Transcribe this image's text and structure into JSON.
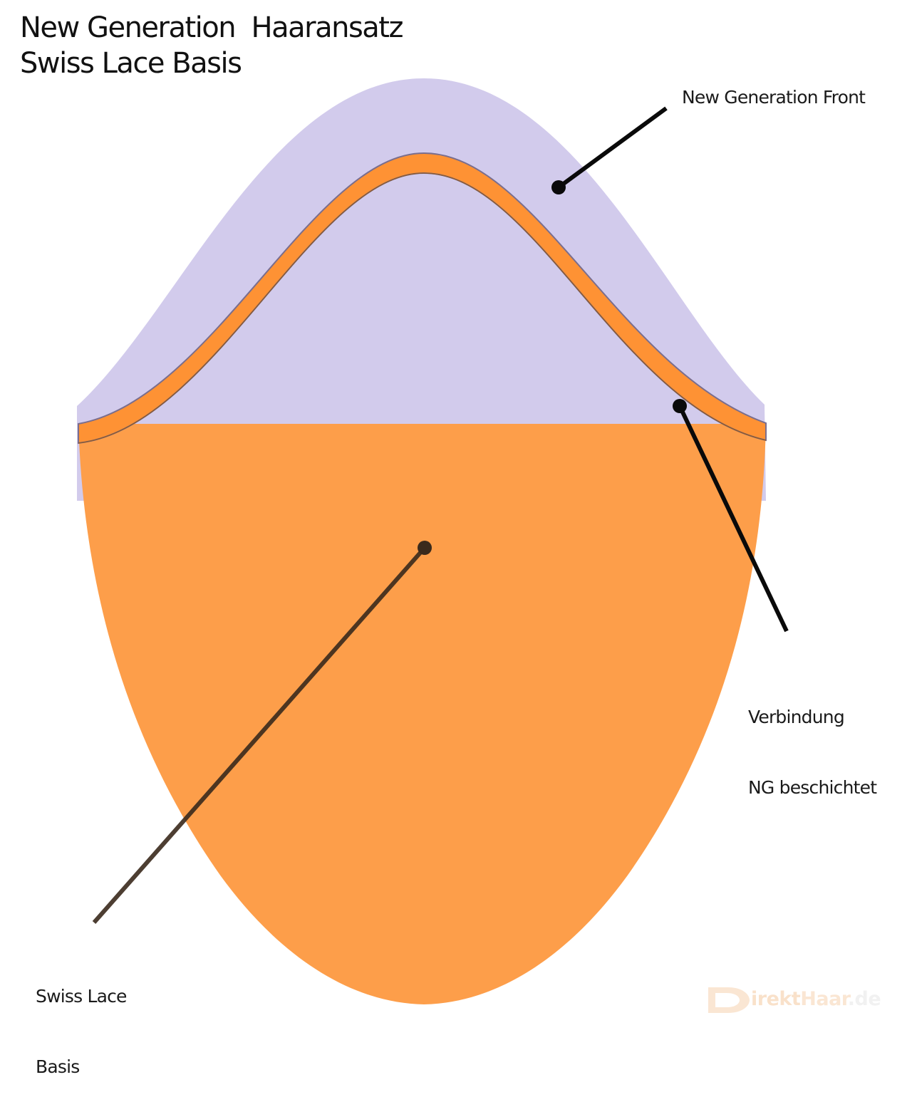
{
  "title": {
    "line1": "New Generation  Haaransatz",
    "line2": "Swiss Lace Basis"
  },
  "labels": {
    "front": "New Generation Front",
    "verbindung_line1": "Verbindung",
    "verbindung_line2": "NG beschichtet",
    "swiss_line1": "Swiss Lace",
    "swiss_line2": "Basis"
  },
  "watermark": {
    "part1": "irekt",
    "part2": "Haar",
    "part3": ".de"
  },
  "colors": {
    "front_fill": "#d2cbec",
    "base_fill": "#fd9e4a",
    "band_fill": "#fe9234",
    "outline": "#7a6e8e",
    "inner_line": "#8a5a34",
    "leader": "#0a0a0a"
  }
}
